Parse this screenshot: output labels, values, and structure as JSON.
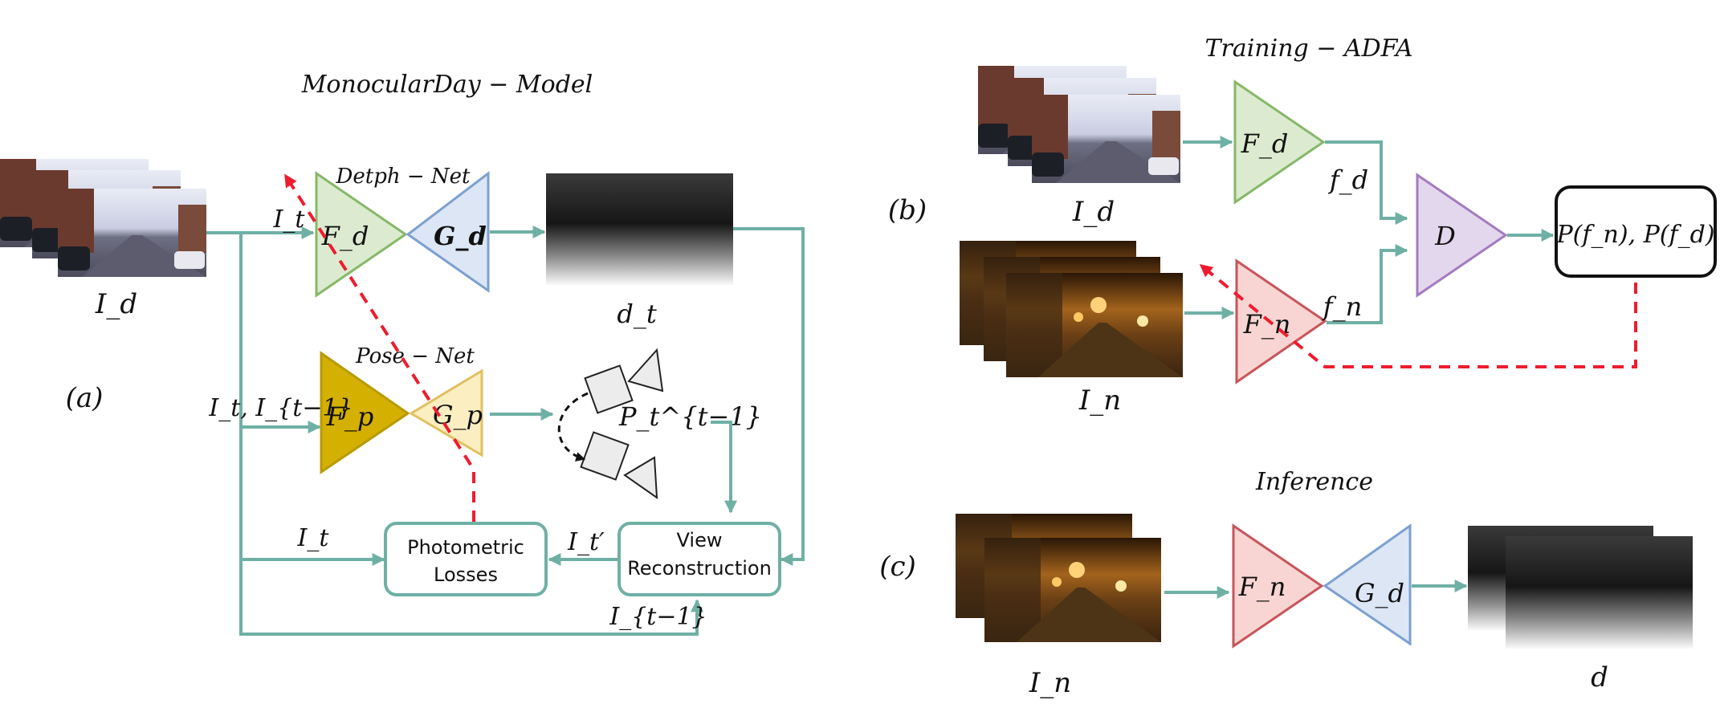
{
  "panel_a": {
    "tag": "(a)",
    "title": "MonocularDay − Model",
    "input_label": "I_d",
    "depth_net_label": "Detph − Net",
    "pose_net_label": "Pose − Net",
    "encoder_depth": "F_d",
    "decoder_depth": "G_d",
    "encoder_pose": "F_p",
    "decoder_pose": "G_p",
    "depth_output_label": "d_t",
    "edge_it": "I_t",
    "edge_it_itm1": "I_t, I_{t−1}",
    "pose_label": "P_t^{t−1}",
    "photometric_box": [
      "Photometric",
      "Losses"
    ],
    "view_box": [
      "View",
      "Reconstruction"
    ],
    "edge_it_photo": "I_t",
    "edge_it_prime": "I_t′",
    "edge_itm1_bottom": "I_{t−1}"
  },
  "panel_b": {
    "tag": "(b)",
    "title": "Training − ADFA",
    "input_day_label": "I_d",
    "input_night_label": "I_n",
    "encoder_day": "F_d",
    "encoder_night": "F_n",
    "feature_day": "f_d",
    "feature_night": "f_n",
    "discriminator": "D",
    "output_box": "P(f_n), P(f_d)"
  },
  "panel_c": {
    "tag": "(c)",
    "title": "Inference",
    "input_label": "I_n",
    "encoder": "F_n",
    "decoder": "G_d",
    "output_label": "d"
  },
  "colors": {
    "arrow": "#6fb0a5",
    "red_dashed": "#ee1c2e",
    "green_fill": "#dcebd0",
    "green_stroke": "#86b869",
    "blue_fill": "#dce6f5",
    "blue_stroke": "#7da0d0",
    "gold_fill": "#d4b000",
    "gold_stroke": "#b89a00",
    "lightgold_fill": "#fbeec0",
    "lightgold_stroke": "#e0c060",
    "purple_fill": "#e3d7ee",
    "purple_stroke": "#a47bbf",
    "pink_fill": "#f8d5d3",
    "pink_stroke": "#c7555b"
  },
  "icons": [
    "camera-icon",
    "day-street-photo",
    "night-street-photo",
    "depth-map"
  ]
}
